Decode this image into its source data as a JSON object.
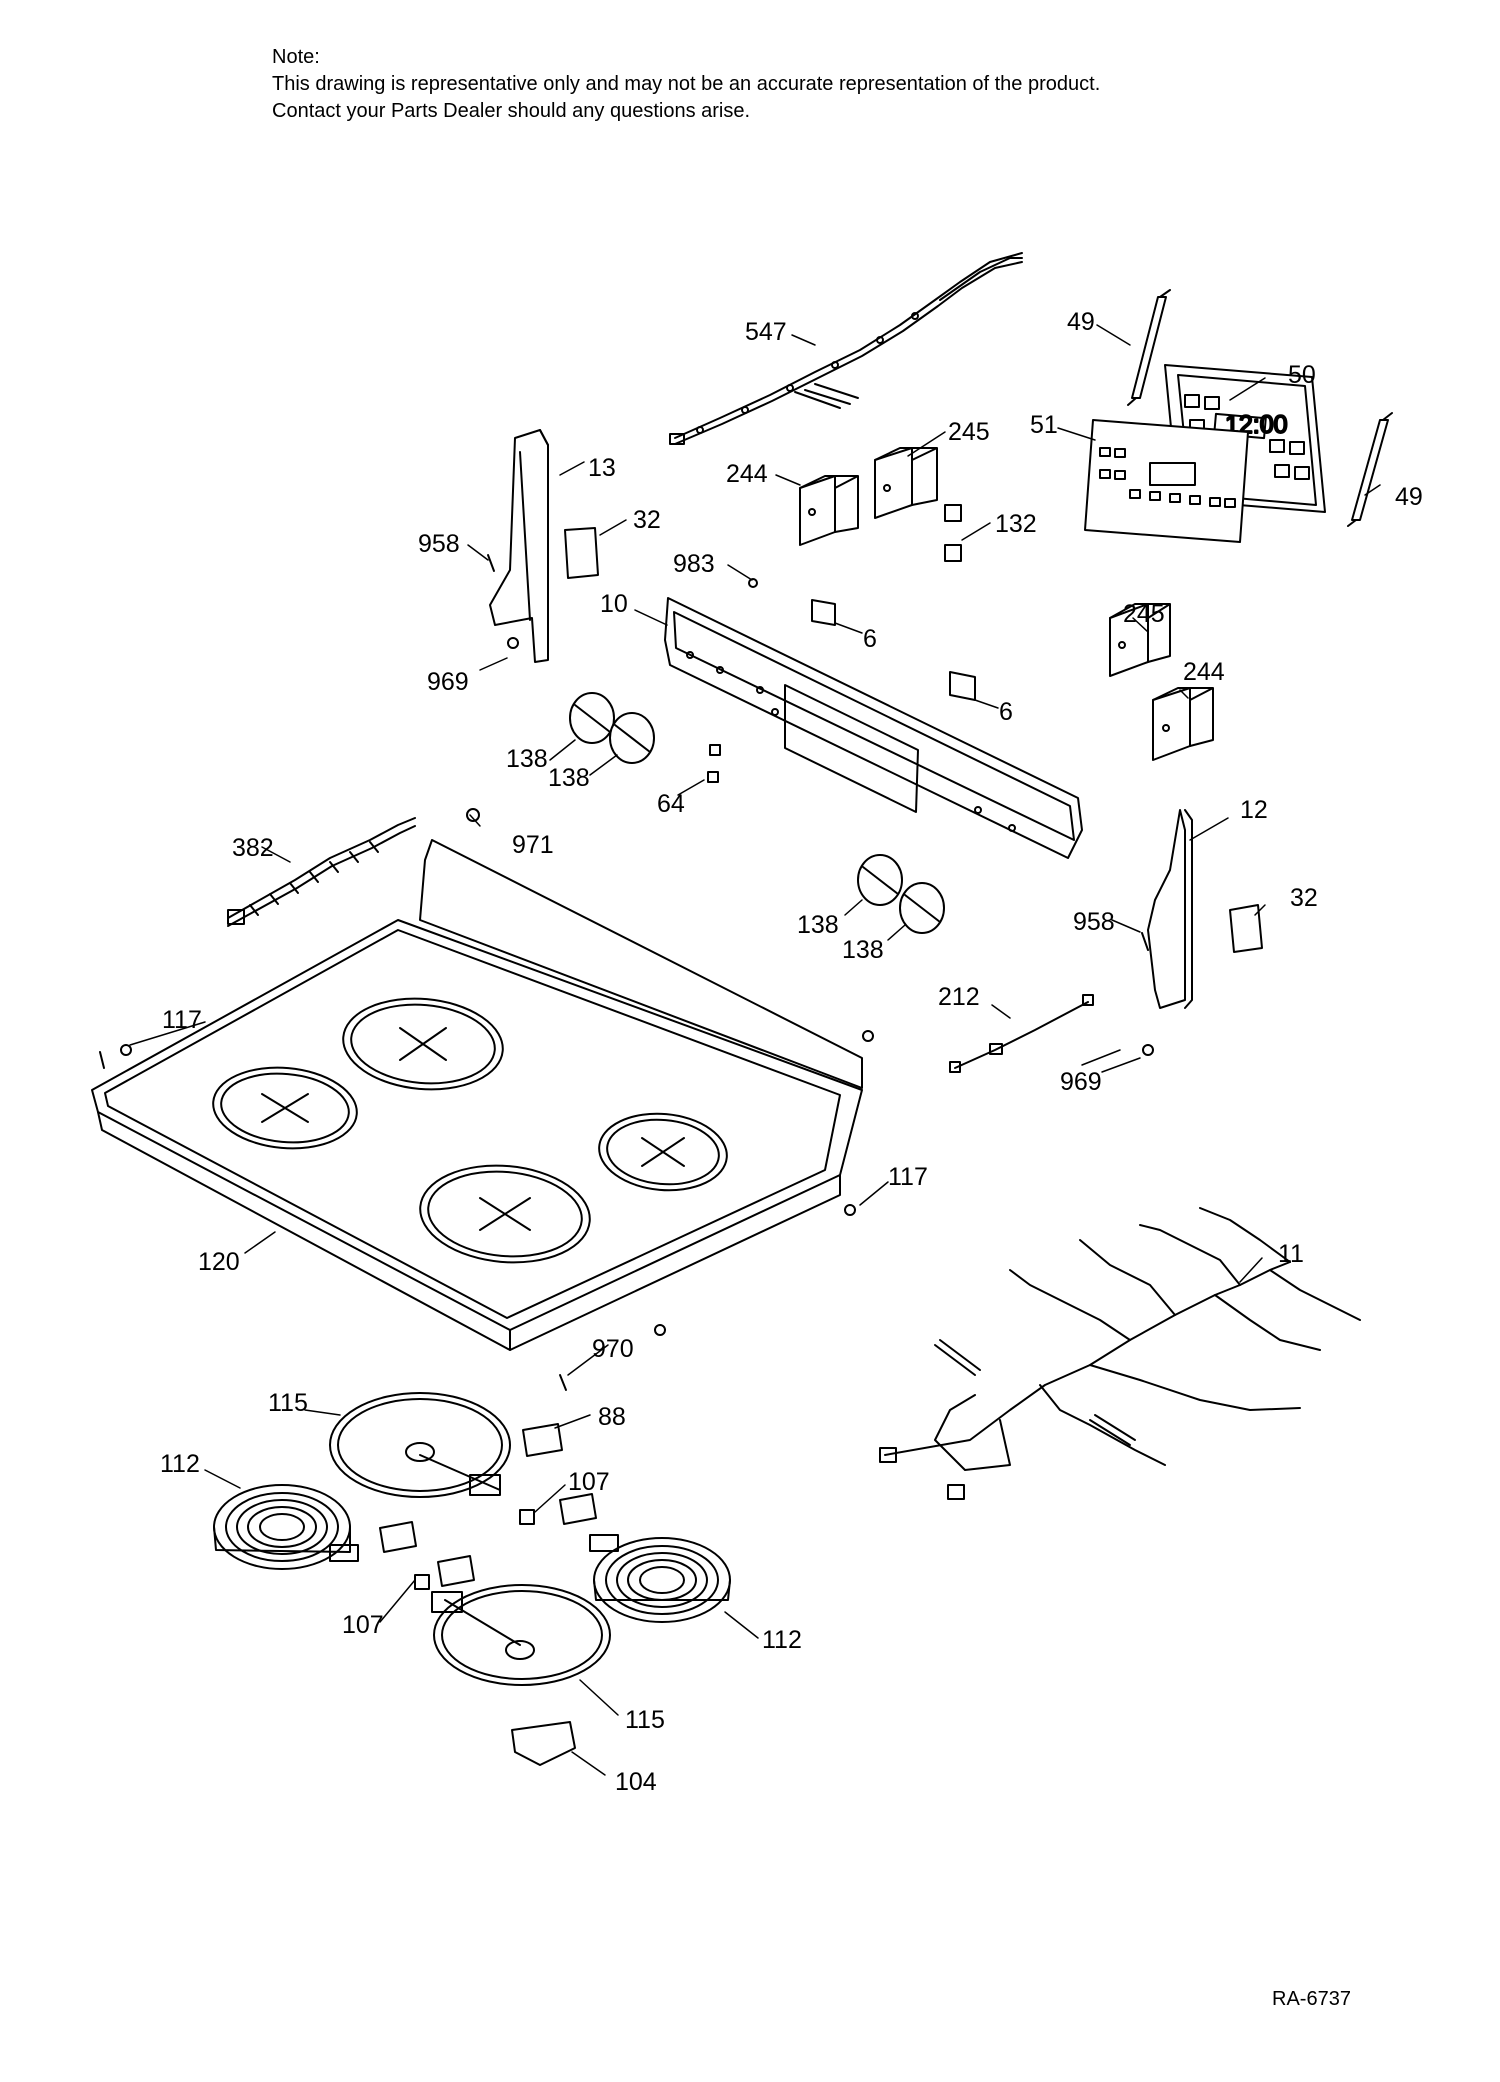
{
  "note": {
    "heading": "Note:",
    "line1": "This drawing is representative only and may not be an accurate representation of the product.",
    "line2": "Contact your Parts Dealer should any questions arise."
  },
  "callouts": {
    "c547": "547",
    "c49a": "49",
    "c50": "50",
    "c51": "51",
    "c49b": "49",
    "c245a": "245",
    "c244a": "244",
    "c132": "132",
    "c13": "13",
    "c32a": "32",
    "c958a": "958",
    "c983": "983",
    "c10": "10",
    "c6a": "6",
    "c6b": "6",
    "c969a": "969",
    "c245b": "245",
    "c244b": "244",
    "c138a": "138",
    "c138b": "138",
    "c64": "64",
    "c382": "382",
    "c971": "971",
    "c12": "12",
    "c32b": "32",
    "c958b": "958",
    "c138c": "138",
    "c138d": "138",
    "c212": "212",
    "c969b": "969",
    "c117a": "117",
    "c117b": "117",
    "c120": "120",
    "c11": "11",
    "c970": "970",
    "c115a": "115",
    "c88": "88",
    "c112a": "112",
    "c107a": "107",
    "c107b": "107",
    "c112b": "112",
    "c115b": "115",
    "c104": "104"
  },
  "display_readout": "12:00",
  "diagram_id": "RA-6737"
}
